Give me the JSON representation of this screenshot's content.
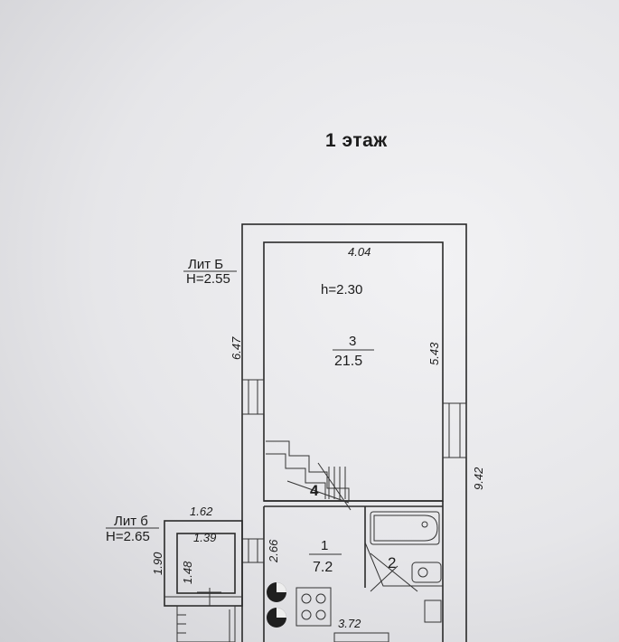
{
  "title": "1 этаж",
  "lit_main": {
    "name": "Лит Б",
    "height": "H=2.55"
  },
  "lit_annex": {
    "name": "Лит б",
    "height": "H=2.65"
  },
  "room3": {
    "ceiling": "h=2.30",
    "number": "3",
    "area": "21.5"
  },
  "room1": {
    "number": "1",
    "area": "7.2"
  },
  "room2": {
    "number": "2"
  },
  "room4": {
    "number": "4"
  },
  "dims": {
    "top_width": "4.04",
    "left_length": "6.47",
    "right_length": "5.43",
    "outer_right": "9.42",
    "annex_top": "1.62",
    "annex_inner": "1.39",
    "annex_left": "1.90",
    "annex_inner_left": "1.48",
    "room1_left": "2.66",
    "bottom_width": "3.72"
  }
}
